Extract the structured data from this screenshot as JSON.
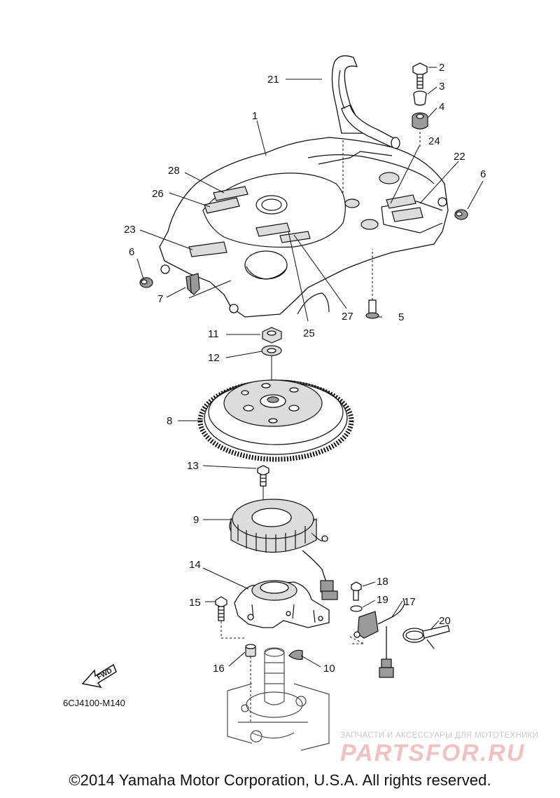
{
  "diagram": {
    "code": "6CJ4100-M140",
    "fwd_label": "FWD",
    "copyright": "©2014 Yamaha Motor Corporation, U.S.A. All rights reserved.",
    "watermark": {
      "text": "ЗАПЧАСТИ И АКСЕССУАРЫ ДЛЯ МОТОТЕХНИКИ",
      "logo": "PARTSFOR.RU"
    }
  },
  "callouts": {
    "c1": "1",
    "c2": "2",
    "c3": "3",
    "c4": "4",
    "c5": "5",
    "c6a": "6",
    "c6b": "6",
    "c7": "7",
    "c8": "8",
    "c9": "9",
    "c10": "10",
    "c11": "11",
    "c12": "12",
    "c13": "13",
    "c14": "14",
    "c15": "15",
    "c16": "16",
    "c17": "17",
    "c18": "18",
    "c19": "19",
    "c20": "20",
    "c21": "21",
    "c22": "22",
    "c23": "23",
    "c24": "24",
    "c25": "25",
    "c26": "26",
    "c27": "27",
    "c28": "28"
  }
}
